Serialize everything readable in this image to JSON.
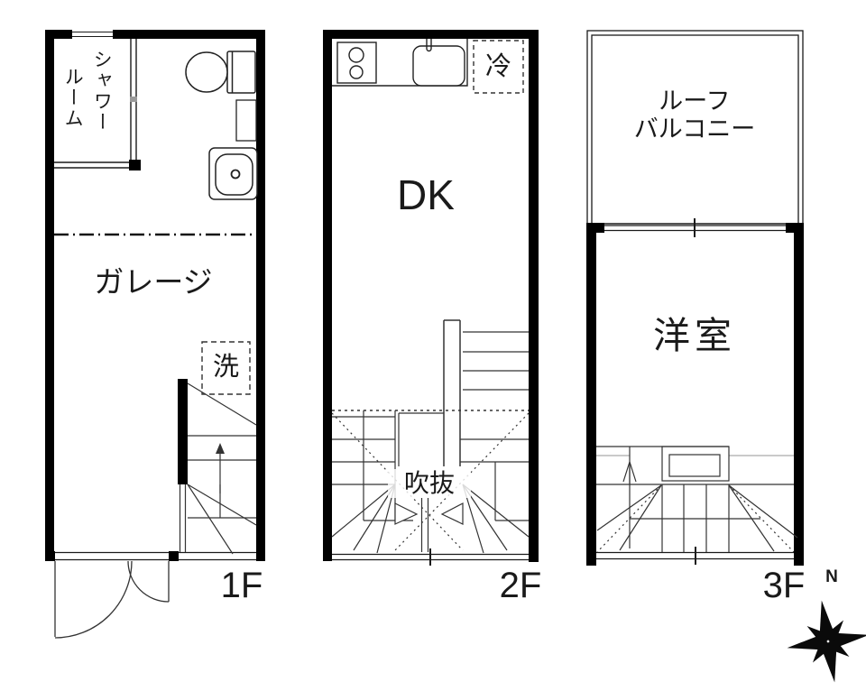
{
  "title": "3-story house floor plan",
  "colors": {
    "wall": "#000000",
    "line": "#1a1a1a",
    "gray": "#9a9a9a",
    "bg": "#ffffff"
  },
  "floor1": {
    "label": "1F",
    "shower_line1": "シャワー",
    "shower_line2": "ルーム",
    "garage": "ガレージ",
    "laundry": "洗"
  },
  "floor2": {
    "label": "2F",
    "dk": "DK",
    "fridge": "冷",
    "void": "吹抜"
  },
  "floor3": {
    "label": "3F",
    "balcony_line1": "ルーフ",
    "balcony_line2": "バルコニー",
    "room": "洋室"
  },
  "compass": {
    "north": "N"
  }
}
